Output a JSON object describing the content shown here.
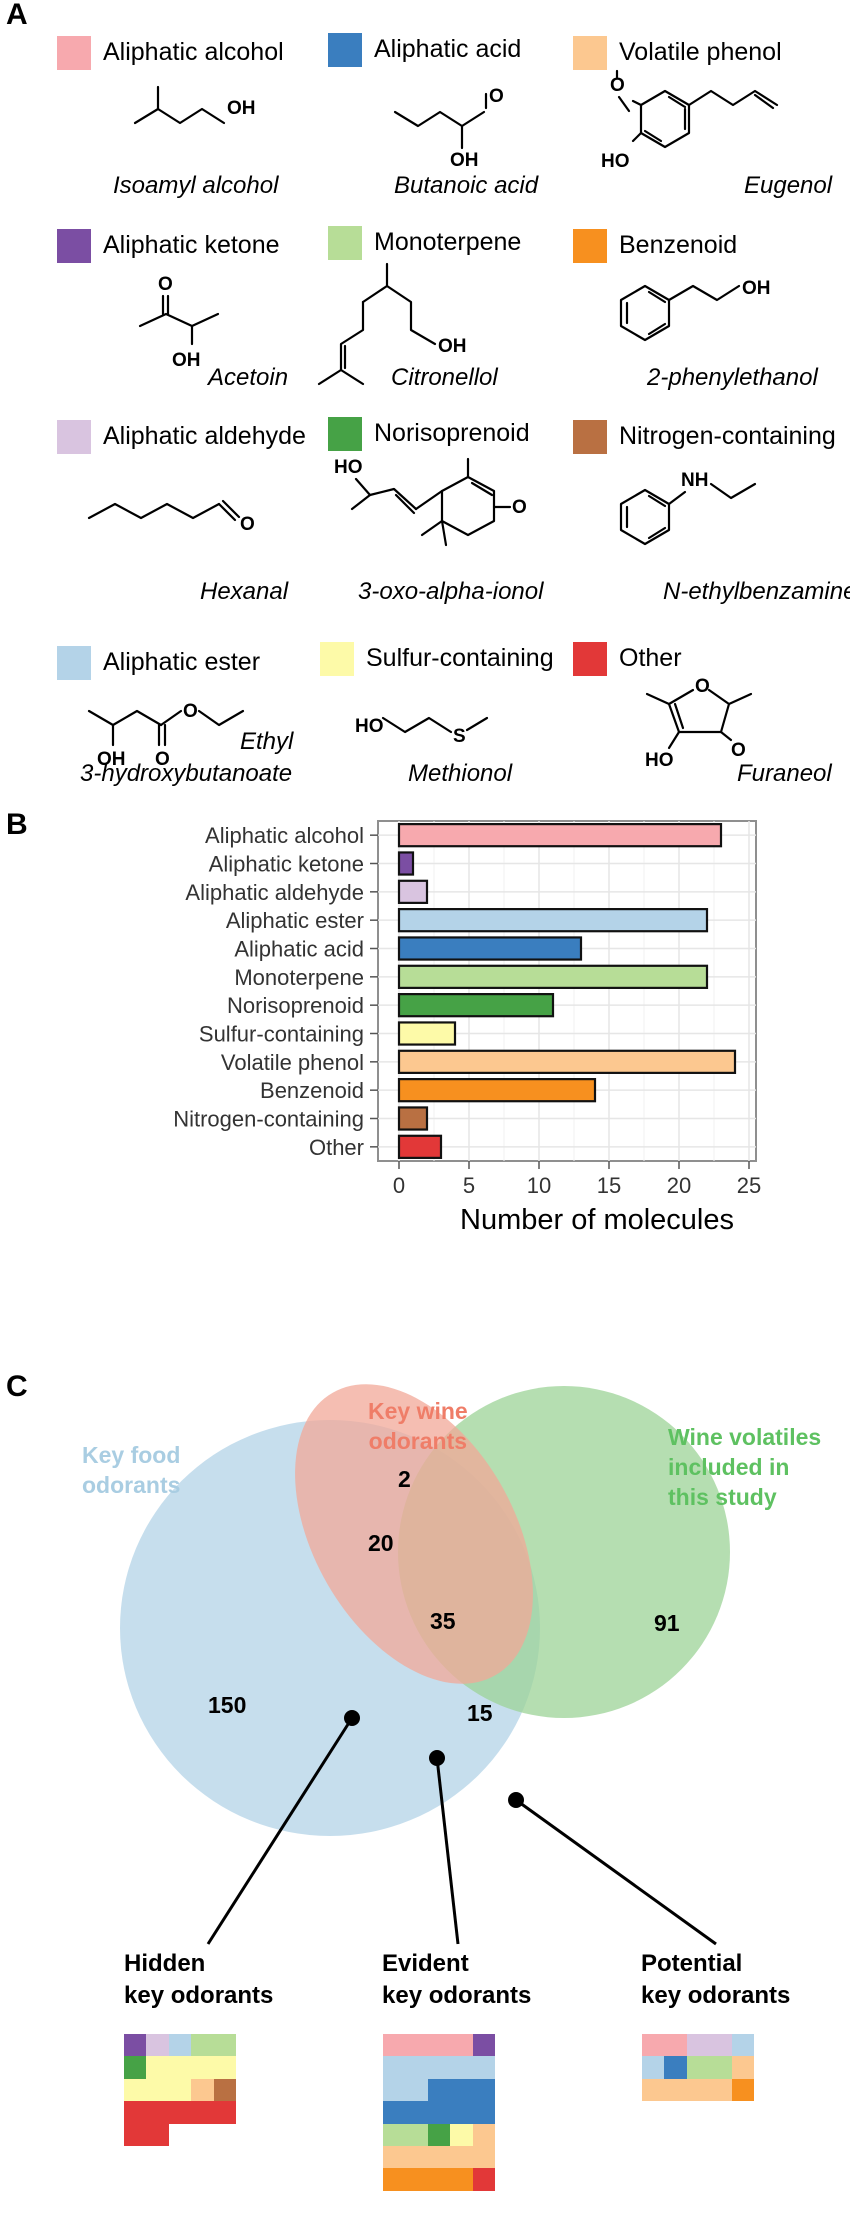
{
  "panels": {
    "a": "A",
    "b": "B",
    "c": "C"
  },
  "colors": {
    "aliphatic_alcohol": "#f7a9ae",
    "aliphatic_ketone": "#7b4ea3",
    "aliphatic_aldehyde": "#d9c4e0",
    "aliphatic_ester": "#b4d3e8",
    "aliphatic_acid": "#3a7ebf",
    "monoterpene": "#b7dd97",
    "norisoprenoid": "#46a246",
    "sulfur_containing": "#fdfaa8",
    "volatile_phenol": "#fcc890",
    "benzenoid": "#f7901f",
    "nitrogen_containing": "#b97042",
    "other": "#e23838"
  },
  "legend": [
    {
      "key": "aliphatic_alcohol",
      "label": "Aliphatic alcohol",
      "molecule": "Isoamyl alcohol"
    },
    {
      "key": "aliphatic_acid",
      "label": "Aliphatic acid",
      "molecule": "Butanoic acid"
    },
    {
      "key": "volatile_phenol",
      "label": "Volatile phenol",
      "molecule": "Eugenol"
    },
    {
      "key": "aliphatic_ketone",
      "label": "Aliphatic ketone",
      "molecule": "Acetoin"
    },
    {
      "key": "monoterpene",
      "label": "Monoterpene",
      "molecule": "Citronellol"
    },
    {
      "key": "benzenoid",
      "label": "Benzenoid",
      "molecule": "2-phenylethanol"
    },
    {
      "key": "aliphatic_aldehyde",
      "label": "Aliphatic aldehyde",
      "molecule": "Hexanal"
    },
    {
      "key": "norisoprenoid",
      "label": "Norisoprenoid",
      "molecule": "3-oxo-alpha-ionol"
    },
    {
      "key": "nitrogen_containing",
      "label": "Nitrogen-containing",
      "molecule": "N-ethylbenzamine"
    },
    {
      "key": "aliphatic_ester",
      "label": "Aliphatic ester",
      "molecule": "Ethyl",
      "molecule_line2": "3-hydroxybutanoate"
    },
    {
      "key": "sulfur_containing",
      "label": "Sulfur-containing",
      "molecule": "Methionol"
    },
    {
      "key": "other",
      "label": "Other",
      "molecule": "Furaneol"
    }
  ],
  "atom_labels": {
    "oh": "OH",
    "ho": "HO",
    "o": "O",
    "nh": "NH",
    "s": "S"
  },
  "chart_data": {
    "type": "bar",
    "orientation": "horizontal",
    "categories": [
      "Aliphatic alcohol",
      "Aliphatic ketone",
      "Aliphatic aldehyde",
      "Aliphatic ester",
      "Aliphatic acid",
      "Monoterpene",
      "Norisoprenoid",
      "Sulfur-containing",
      "Volatile phenol",
      "Benzenoid",
      "Nitrogen-containing",
      "Other"
    ],
    "color_keys": [
      "aliphatic_alcohol",
      "aliphatic_ketone",
      "aliphatic_aldehyde",
      "aliphatic_ester",
      "aliphatic_acid",
      "monoterpene",
      "norisoprenoid",
      "sulfur_containing",
      "volatile_phenol",
      "benzenoid",
      "nitrogen_containing",
      "other"
    ],
    "values": [
      23,
      1,
      2,
      22,
      13,
      22,
      11,
      4,
      24,
      14,
      2,
      3
    ],
    "xlabel": "Number of molecules",
    "xlim": [
      -1.5,
      25.5
    ],
    "xticks": [
      0,
      5,
      10,
      15,
      20,
      25
    ],
    "grid": true
  },
  "venn": {
    "sets": {
      "food": {
        "label": "Key food odorants",
        "color": "#bcd8ea"
      },
      "wine_odorants": {
        "label": "Key wine odorants",
        "color": "#f2a898"
      },
      "wine_volatiles": {
        "label": "Wine volatiles included in this study",
        "color": "#9cd397"
      }
    },
    "title_lines": {
      "food": [
        "Key food",
        "odorants"
      ],
      "wine_odorants": [
        "Key wine",
        "odorants"
      ],
      "wine_volatiles": [
        "Wine volatiles",
        "included in",
        "this study"
      ]
    },
    "counts": {
      "food_only": "150",
      "wine_odorants_only": "2",
      "food_and_wine_odorants": "20",
      "all_three": "35",
      "food_and_volatiles": "15",
      "volatiles_only": "91"
    },
    "groups": [
      {
        "title_line1": "Hidden",
        "title_line2": "key odorants",
        "grid": [
          [
            "aliphatic_ketone",
            "aliphatic_aldehyde",
            "aliphatic_ester",
            "monoterpene",
            "monoterpene"
          ],
          [
            "norisoprenoid",
            "sulfur_containing",
            "sulfur_containing",
            "sulfur_containing",
            "sulfur_containing"
          ],
          [
            "sulfur_containing",
            "sulfur_containing",
            "sulfur_containing",
            "volatile_phenol",
            "nitrogen_containing"
          ],
          [
            "other",
            "other",
            "other",
            "other",
            "other"
          ],
          [
            "other",
            "other",
            null,
            null,
            null
          ]
        ]
      },
      {
        "title_line1": "Evident",
        "title_line2": "key odorants",
        "grid": [
          [
            "aliphatic_alcohol",
            "aliphatic_alcohol",
            "aliphatic_alcohol",
            "aliphatic_alcohol",
            "aliphatic_ketone"
          ],
          [
            "aliphatic_ester",
            "aliphatic_ester",
            "aliphatic_ester",
            "aliphatic_ester",
            "aliphatic_ester"
          ],
          [
            "aliphatic_ester",
            "aliphatic_ester",
            "aliphatic_acid",
            "aliphatic_acid",
            "aliphatic_acid"
          ],
          [
            "aliphatic_acid",
            "aliphatic_acid",
            "aliphatic_acid",
            "aliphatic_acid",
            "aliphatic_acid"
          ],
          [
            "monoterpene",
            "monoterpene",
            "norisoprenoid",
            "sulfur_containing",
            "volatile_phenol"
          ],
          [
            "volatile_phenol",
            "volatile_phenol",
            "volatile_phenol",
            "volatile_phenol",
            "volatile_phenol"
          ],
          [
            "benzenoid",
            "benzenoid",
            "benzenoid",
            "benzenoid",
            "other"
          ]
        ]
      },
      {
        "title_line1": "Potential",
        "title_line2": "key odorants",
        "grid": [
          [
            "aliphatic_alcohol",
            "aliphatic_alcohol",
            "aliphatic_aldehyde",
            "aliphatic_aldehyde",
            "aliphatic_ester"
          ],
          [
            "aliphatic_ester",
            "aliphatic_acid",
            "monoterpene",
            "monoterpene",
            "volatile_phenol"
          ],
          [
            "volatile_phenol",
            "volatile_phenol",
            "volatile_phenol",
            "volatile_phenol",
            "benzenoid"
          ]
        ]
      }
    ]
  }
}
